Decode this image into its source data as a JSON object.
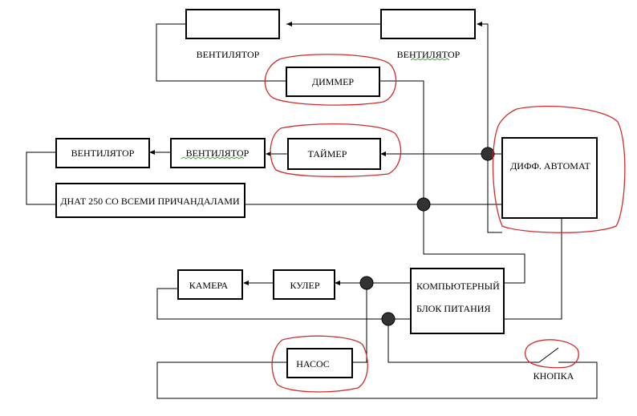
{
  "diagram": {
    "blocks": {
      "fan_top_left_label": "ВЕНТИЛЯТОР",
      "fan_top_right_label": "ВЕНТИЛЯТОР",
      "dimmer": "ДИММЕР",
      "fan_mid_left": "ВЕНТИЛЯТОР",
      "fan_mid_right": "ВЕНТИЛЯТОР",
      "timer": "ТАЙМЕР",
      "diff_breaker": "ДИФФ. АВТОМАТ",
      "lamp": "ДНАТ 250 СО ВСЕМИ ПРИЧАНДАЛАМИ",
      "camera": "КАМЕРА",
      "cooler": "КУЛЕР",
      "psu_line1": "КОМПЬЮТЕРНЫЙ",
      "psu_line2": "БЛОК ПИТАНИЯ",
      "pump": "НАСОС",
      "button": "КНОПКА"
    },
    "highlight_color": "#d22b2b"
  }
}
